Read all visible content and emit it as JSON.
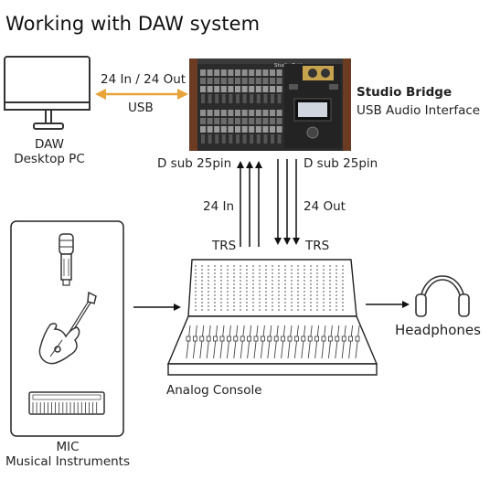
{
  "title": "Working with DAW system",
  "pc": {
    "line1": "DAW",
    "line2": "Desktop PC"
  },
  "usb_link": {
    "top": "24 In / 24 Out",
    "bottom": "USB"
  },
  "device": {
    "name": "Studio Bridge",
    "subtitle": "USB Audio Interface",
    "panel_label": "Studio Bridge"
  },
  "dsub": {
    "left": "D sub 25pin",
    "right": "D sub 25pin"
  },
  "signal": {
    "in": "24 In",
    "out": "24 Out"
  },
  "trs": {
    "left": "TRS",
    "right": "TRS"
  },
  "console": {
    "label": "Analog Console"
  },
  "sources": {
    "line1": "MIC",
    "line2": "Musical Instruments"
  },
  "headphones": {
    "label": "Headphones"
  },
  "colors": {
    "usb_arrow": "#e8a33a",
    "device_body": "#2b2b2b",
    "device_wood": "#6b3b22"
  }
}
